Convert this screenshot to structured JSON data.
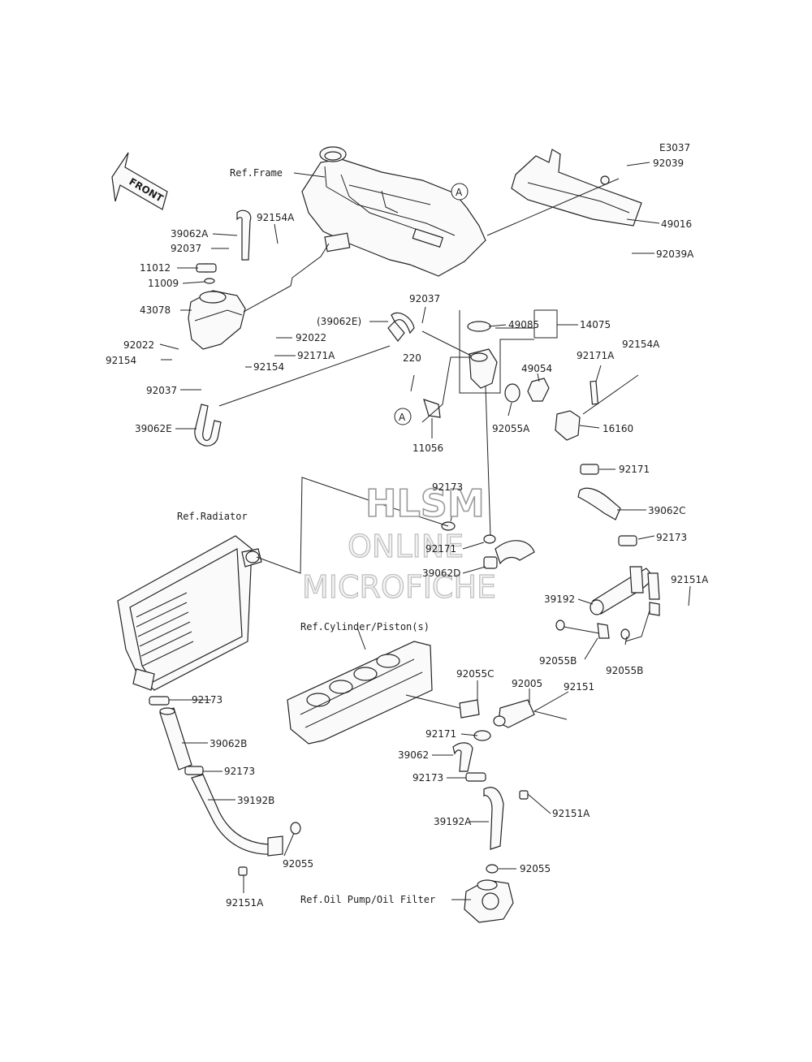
{
  "diagram": {
    "code": "E3037",
    "front": "FRONT",
    "watermark": [
      "HLSM",
      "ONLINE",
      "MICROFICHE"
    ],
    "refs": {
      "frame": "Ref.Frame",
      "radiator": "Ref.Radiator",
      "cylinder": "Ref.Cylinder/Piston(s)",
      "oilpump": "Ref.Oil Pump/Oil Filter"
    },
    "callouts": [
      "A",
      "A"
    ],
    "parts": [
      "92039",
      "49016",
      "92039A",
      "92154A",
      "39062A",
      "92037",
      "11012",
      "11009",
      "43078",
      "92022",
      "92022",
      "92154",
      "92171A",
      "92154",
      "92037",
      "39062E",
      "(39062E)",
      "92037",
      "49085",
      "14075",
      "220",
      "49054",
      "92171A",
      "92154A",
      "92055A",
      "11056",
      "16160",
      "92171",
      "39062C",
      "92173",
      "92171",
      "39062D",
      "92173",
      "92151A",
      "39192",
      "92055B",
      "92055B",
      "92173",
      "39062B",
      "92173",
      "39192B",
      "92055",
      "92151A",
      "92055C",
      "92005",
      "92151",
      "92171",
      "39062",
      "92173",
      "92151A",
      "39192A",
      "92055"
    ]
  }
}
